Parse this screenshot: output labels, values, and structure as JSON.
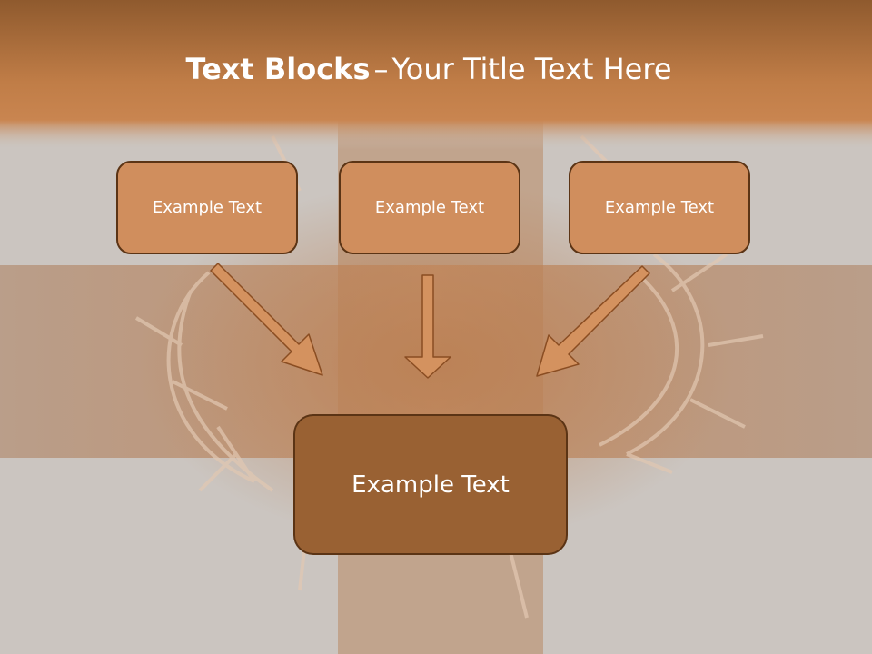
{
  "title": {
    "bold": "Text Blocks",
    "dash": "–",
    "rest": "Your Title Text Here"
  },
  "boxes": [
    {
      "label": "Example Text"
    },
    {
      "label": "Example Text"
    },
    {
      "label": "Example Text"
    }
  ],
  "center_box": {
    "label": "Example Text"
  },
  "colors": {
    "header": "#c98550",
    "box_fill": "#d08e5d",
    "center_fill": "#996133",
    "border": "#5b3415",
    "arrow_fill": "#d4925f",
    "arrow_stroke": "#8a4d22"
  }
}
